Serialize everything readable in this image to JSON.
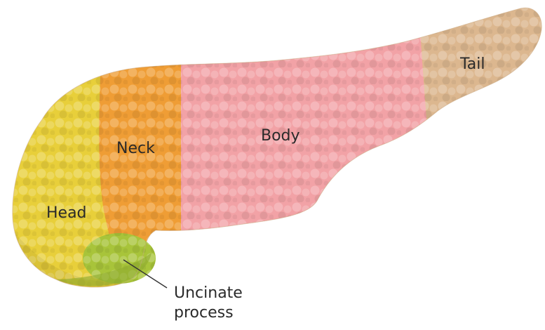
{
  "diagram": {
    "labels": {
      "head": "Head",
      "neck": "Neck",
      "body": "Body",
      "tail": "Tail",
      "uncinate_line1": "Uncinate",
      "uncinate_line2": "process"
    },
    "region_colors": {
      "head": "#e8cf3a",
      "neck": "#ef9d35",
      "body": "#f2a2a6",
      "tail": "#dcb78f",
      "uncinate": "#a8c43a"
    }
  }
}
